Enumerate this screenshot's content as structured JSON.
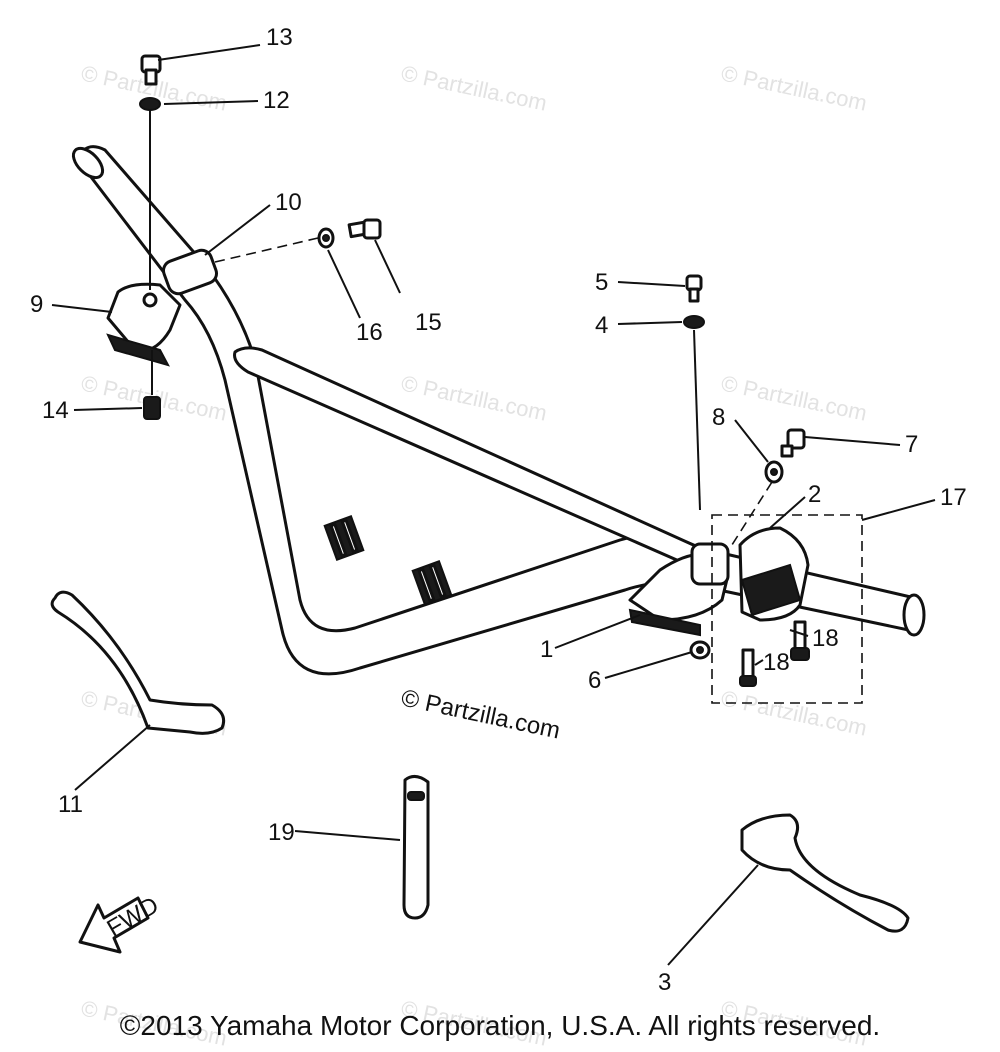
{
  "watermark": "© Partzilla.com",
  "center_watermark": "© Partzilla.com",
  "copyright": "©2013 Yamaha Motor Corporation, U.S.A. All rights reserved.",
  "fwd_label": "FWD",
  "callouts": {
    "c1": "1",
    "c2": "2",
    "c3": "3",
    "c4": "4",
    "c5": "5",
    "c6": "6",
    "c7": "7",
    "c8": "8",
    "c9": "9",
    "c10": "10",
    "c11": "11",
    "c12": "12",
    "c13": "13",
    "c14": "14",
    "c15": "15",
    "c16": "16",
    "c17": "17",
    "c18a": "18",
    "c18b": "18",
    "c19": "19"
  }
}
